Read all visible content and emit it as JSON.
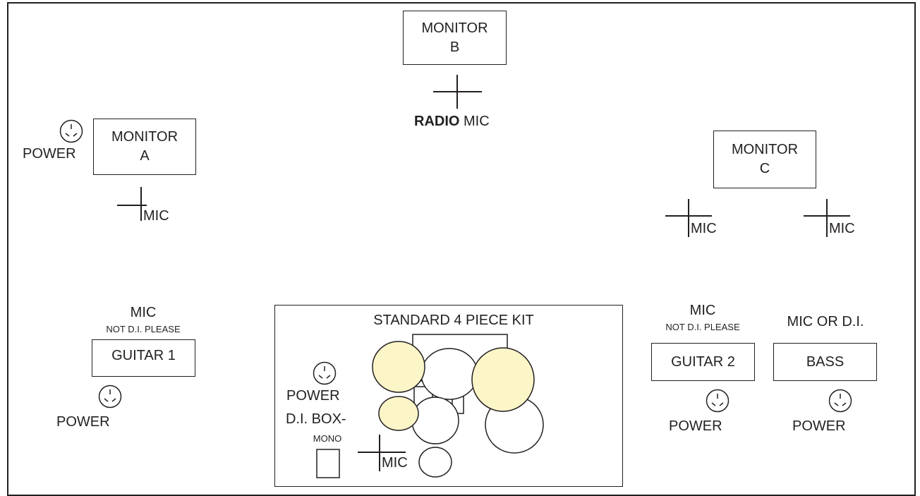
{
  "monitors": {
    "a": {
      "line1": "MONITOR",
      "line2": "A"
    },
    "b": {
      "line1": "MONITOR",
      "line2": "B"
    },
    "c": {
      "line1": "MONITOR",
      "line2": "C"
    }
  },
  "radio_mic": {
    "bold": "RADIO",
    "rest": " MIC"
  },
  "mic_label": "MIC",
  "power_label": "POWER",
  "guitar1": {
    "label": "GUITAR 1",
    "mic": "MIC",
    "note": "NOT D.I. PLEASE"
  },
  "guitar2": {
    "label": "GUITAR 2",
    "mic": "MIC",
    "note": "NOT D.I. PLEASE"
  },
  "bass": {
    "label": "BASS",
    "note": "MIC OR D.I."
  },
  "drum_kit": {
    "title": "STANDARD 4 PIECE KIT",
    "di_box": "D.I. BOX-",
    "di_mono": "MONO"
  },
  "icons": {
    "power_socket": "power-socket-icon",
    "mic_stand": "mic-cross-icon"
  },
  "colors": {
    "line": "#231f20",
    "cymbal": "#fcf5c8",
    "background": "#ffffff"
  }
}
